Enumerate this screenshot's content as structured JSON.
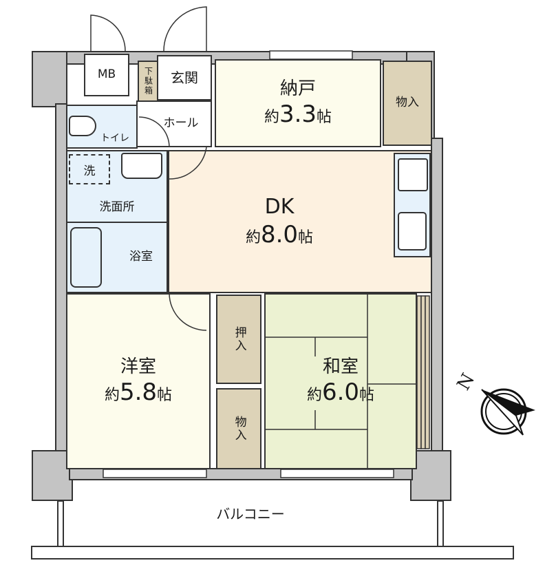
{
  "floorplan": {
    "rooms": {
      "mb": {
        "label": "MB"
      },
      "shoe_box": {
        "label": "下駄箱"
      },
      "entrance": {
        "label": "玄関"
      },
      "hall": {
        "label": "ホール"
      },
      "toilet": {
        "label": "トイレ"
      },
      "storage_room": {
        "label": "納戸",
        "size_prefix": "約",
        "size_value": "3.3",
        "size_unit": "帖"
      },
      "closet_ne": {
        "label": "物入"
      },
      "washer": {
        "label": "洗"
      },
      "washroom": {
        "label": "洗面所"
      },
      "bathroom": {
        "label": "浴室"
      },
      "dk": {
        "label": "DK",
        "size_prefix": "約",
        "size_value": "8.0",
        "size_unit": "帖"
      },
      "western_room": {
        "label": "洋室",
        "size_prefix": "約",
        "size_value": "5.8",
        "size_unit": "帖"
      },
      "oshiire": {
        "label": "押入"
      },
      "closet_s": {
        "label": "物入"
      },
      "japanese_room": {
        "label": "和室",
        "size_prefix": "約",
        "size_value": "6.0",
        "size_unit": "帖"
      },
      "balcony": {
        "label": "バルコニー"
      }
    },
    "compass": {
      "label": "N"
    },
    "colors": {
      "wall": "#c4c4c4",
      "storage": "#ddd3b8",
      "western": "#fdfcec",
      "dk": "#fdf1e0",
      "wet": "#e6f2fb",
      "tatami": "#ecf2d2",
      "white": "#ffffff"
    }
  }
}
